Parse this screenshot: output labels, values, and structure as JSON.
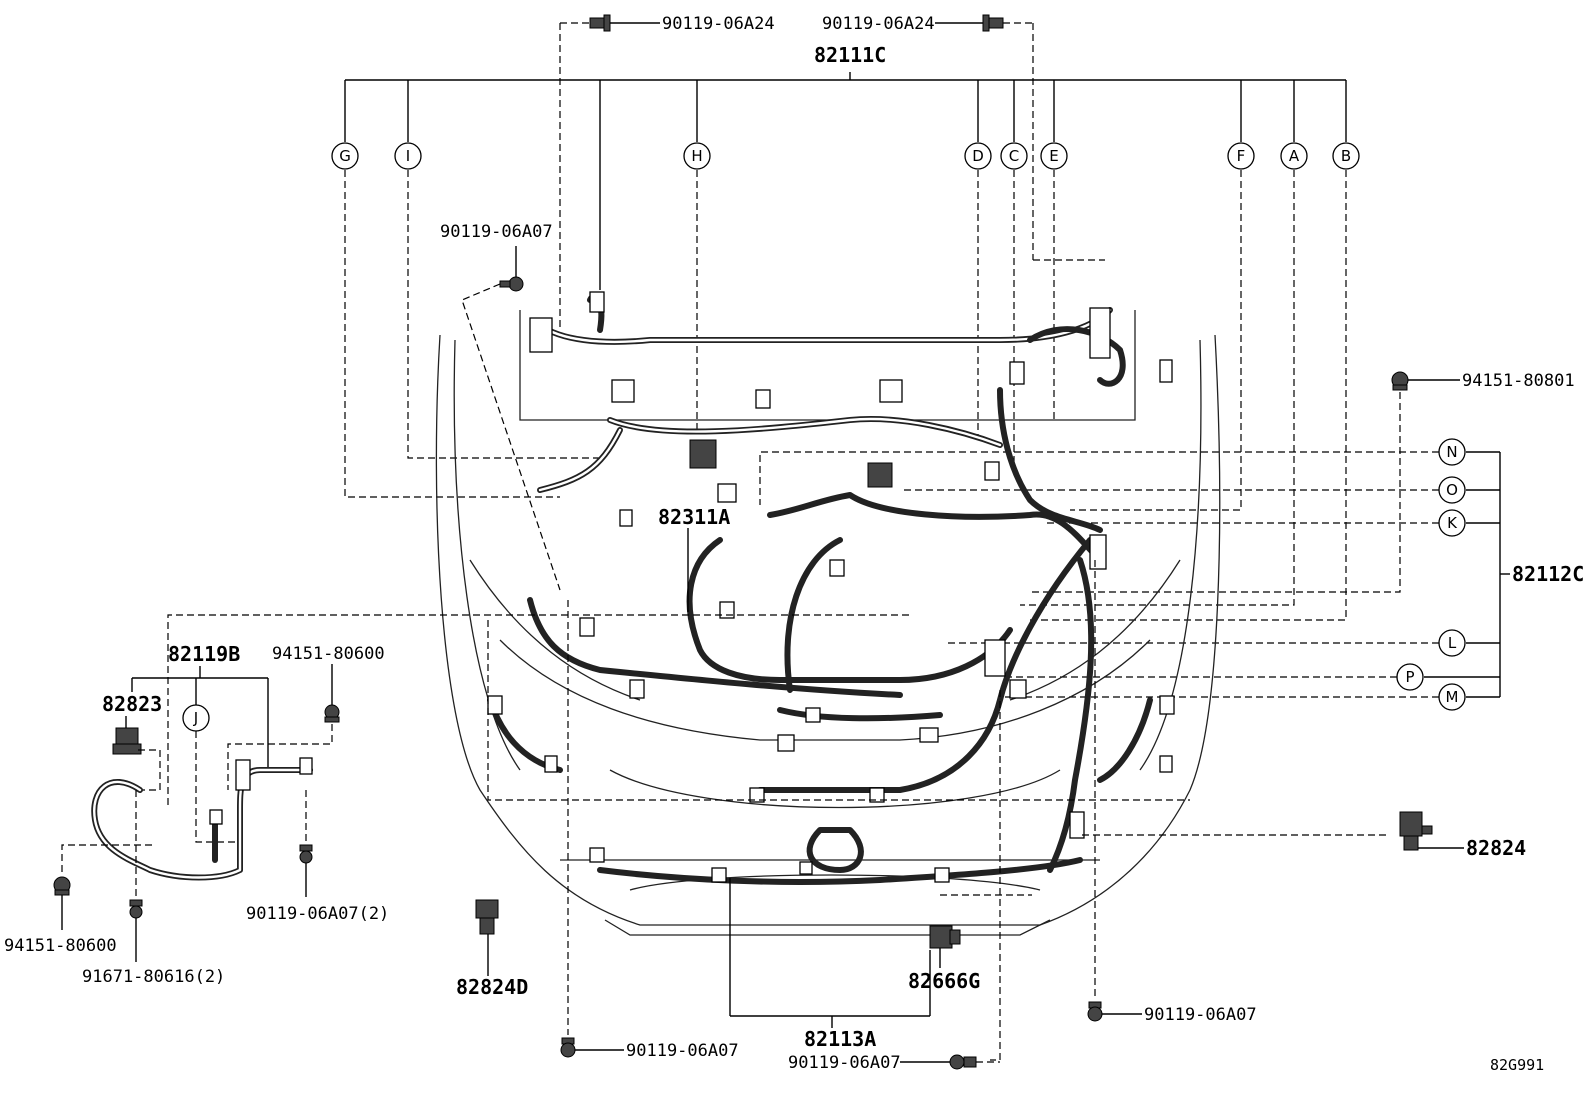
{
  "diagram_code": "82G991",
  "callouts": {
    "main_harness": "82111C",
    "engine_room_harness": "82112C",
    "sub_harness": "82311A",
    "bumper_harness": "82113A",
    "no2_harness": "82119B",
    "part_82823": "82823",
    "part_82824": "82824",
    "part_82824D": "82824D",
    "part_82666G": "82666G"
  },
  "bolts": {
    "b_top_left": "90119-06A24",
    "b_top_right": "90119-06A24",
    "b_upper_left": "90119-06A07",
    "b_right_clip": "94151-80801",
    "b_sub_clip": "94151-80600",
    "b_sub_bolt": "90119-06A07(2)",
    "b_left_clip": "94151-80600",
    "b_left_bolt": "91671-80616(2)",
    "b_bottom_center": "90119-06A07",
    "b_bottom_mid": "90119-06A07",
    "b_bottom_right": "90119-06A07"
  },
  "circle_labels": {
    "G": "G",
    "I": "I",
    "H": "H",
    "D": "D",
    "C": "C",
    "E": "E",
    "F": "F",
    "A": "A",
    "B": "B",
    "N": "N",
    "O": "O",
    "K": "K",
    "L": "L",
    "P": "P",
    "M": "M",
    "J": "J"
  }
}
